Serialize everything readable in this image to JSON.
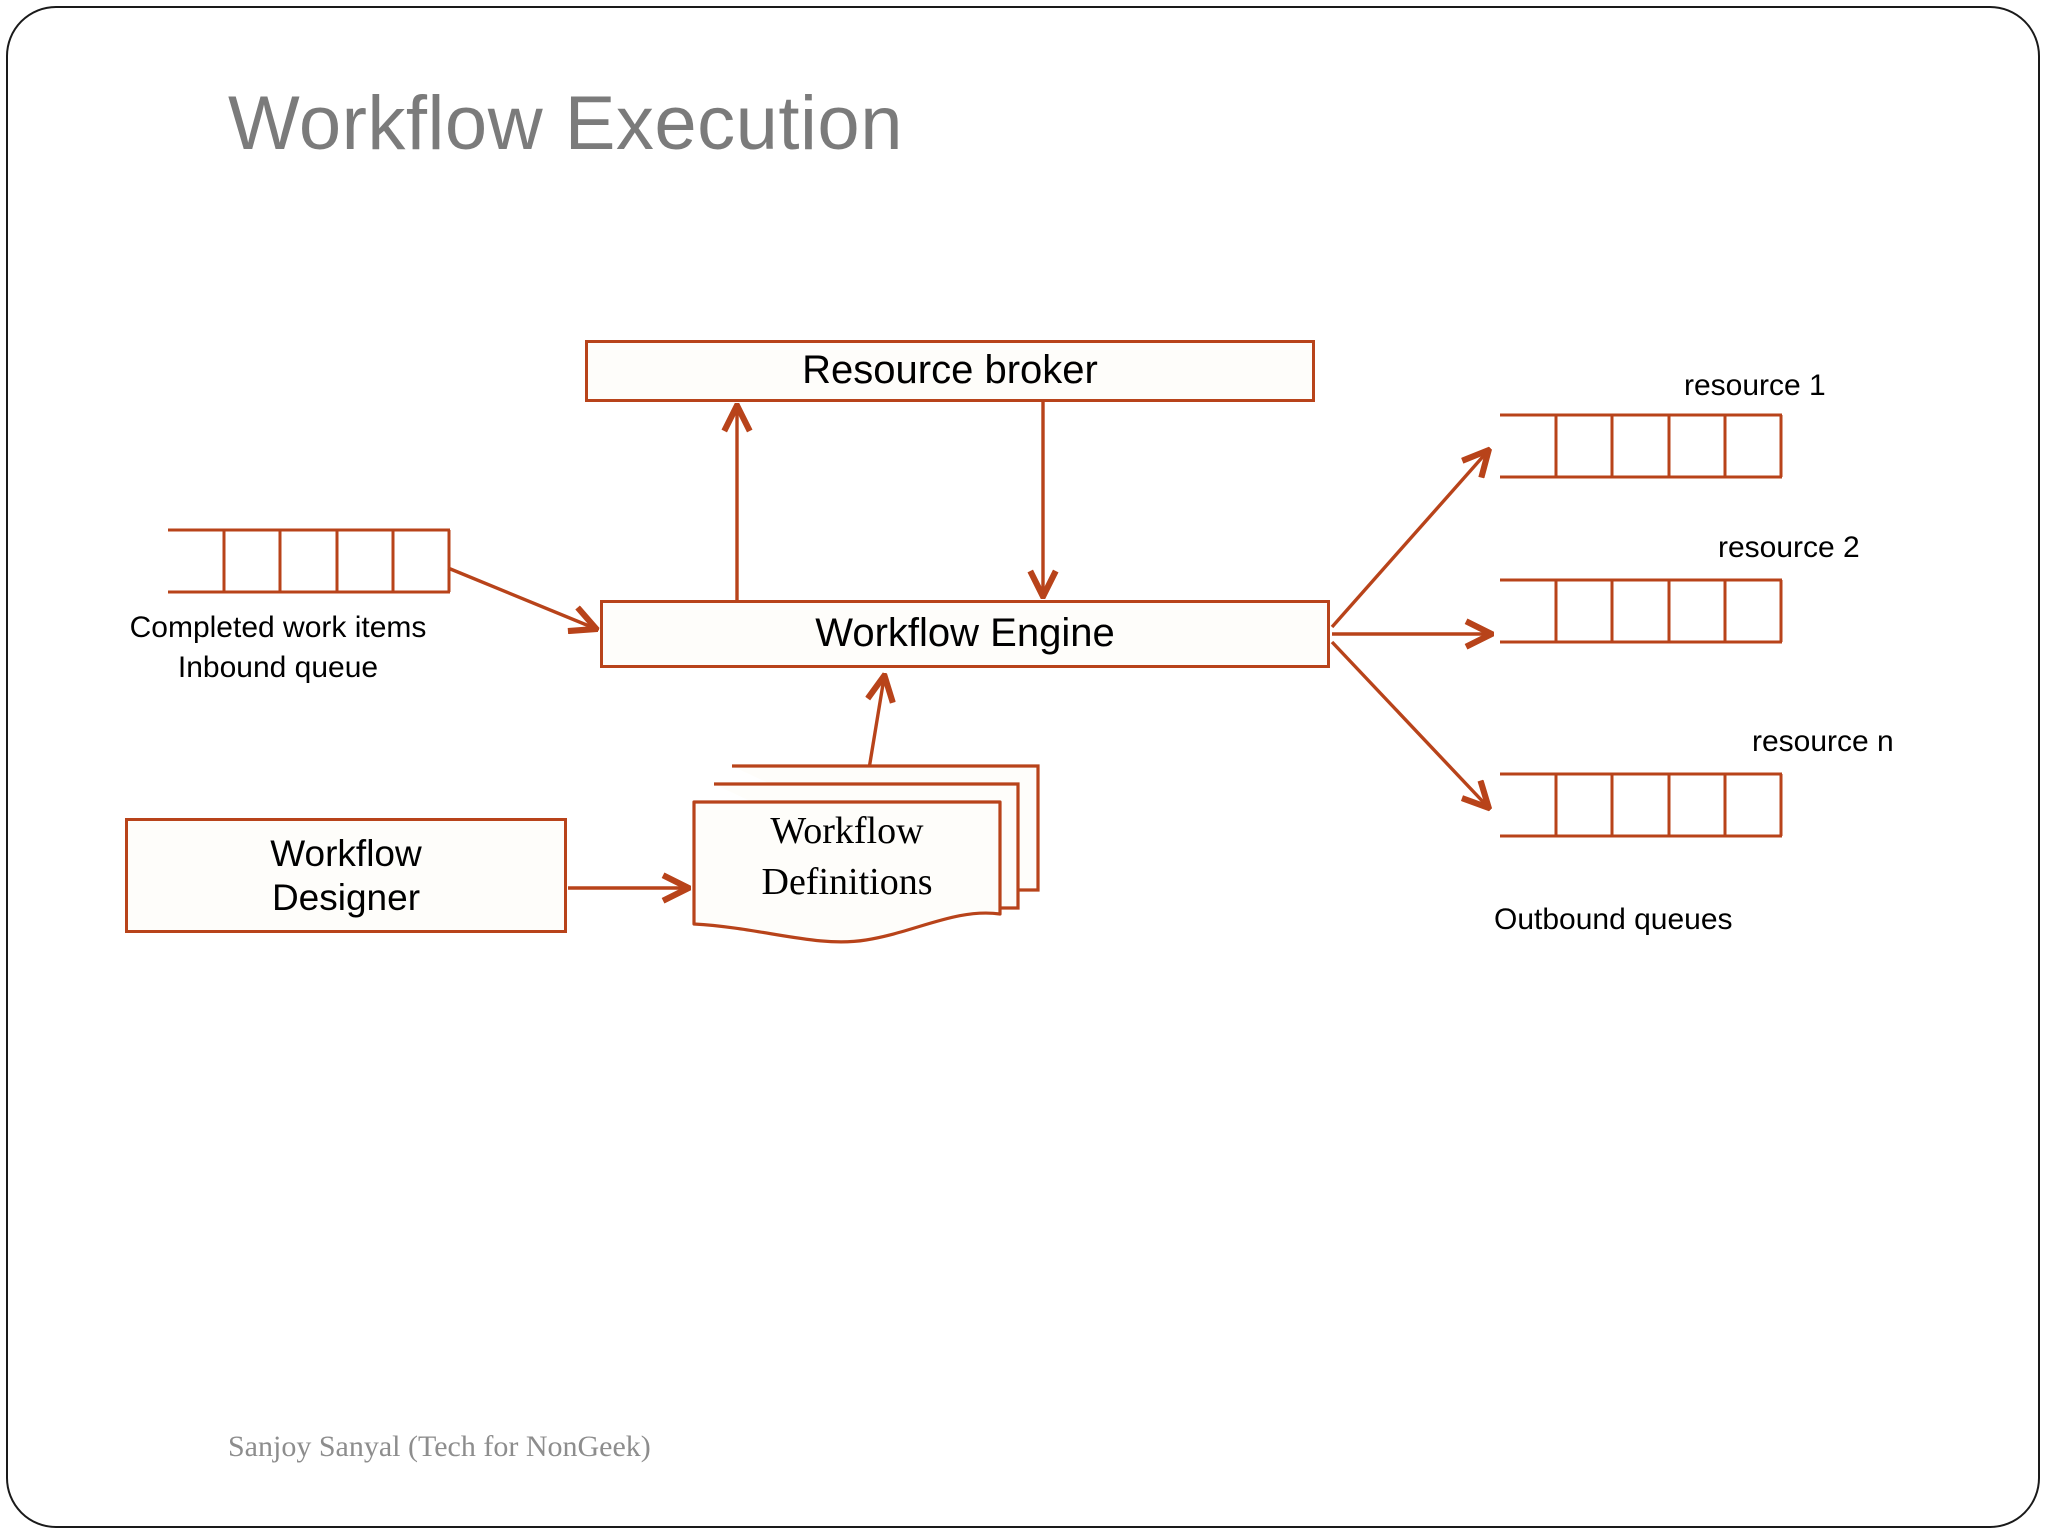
{
  "slide": {
    "title": "Workflow Execution",
    "footer": "Sanjoy Sanyal (Tech for NonGeek)"
  },
  "colors": {
    "accent": "#b8431a",
    "title": "#7b7b7b",
    "footer": "#8d8d8d",
    "box_fill": "#fefdfa",
    "text": "#000000",
    "frame": "#1a1a1a"
  },
  "diagram": {
    "type": "flow-diagram",
    "nodes": [
      {
        "id": "resource-broker",
        "label": "Resource broker",
        "shape": "rectangle"
      },
      {
        "id": "workflow-engine",
        "label": "Workflow Engine",
        "shape": "rectangle"
      },
      {
        "id": "workflow-designer",
        "label": "Workflow Designer",
        "label_line1": "Workflow",
        "label_line2": "Designer",
        "shape": "rectangle"
      },
      {
        "id": "workflow-definitions",
        "label": "Workflow Definitions",
        "label_line1": "Workflow",
        "label_line2": "Definitions",
        "shape": "stacked-document"
      },
      {
        "id": "inbound-queue",
        "label": "Completed work items Inbound queue",
        "label_line1": "Completed work items",
        "label_line2": "Inbound queue",
        "shape": "queue",
        "cells": 5
      },
      {
        "id": "outbound-queue-1",
        "label": "resource 1",
        "shape": "queue",
        "cells": 5
      },
      {
        "id": "outbound-queue-2",
        "label": "resource 2",
        "shape": "queue",
        "cells": 5
      },
      {
        "id": "outbound-queue-n",
        "label": "resource n",
        "shape": "queue",
        "cells": 5
      }
    ],
    "group_labels": {
      "outbound": "Outbound queues"
    },
    "edges": [
      {
        "from": "workflow-engine",
        "to": "resource-broker",
        "style": "vertical-up"
      },
      {
        "from": "resource-broker",
        "to": "workflow-engine",
        "style": "vertical-down"
      },
      {
        "from": "inbound-queue",
        "to": "workflow-engine",
        "style": "diagonal"
      },
      {
        "from": "workflow-definitions",
        "to": "workflow-engine",
        "style": "diagonal-up"
      },
      {
        "from": "workflow-designer",
        "to": "workflow-definitions",
        "style": "horizontal"
      },
      {
        "from": "workflow-engine",
        "to": "outbound-queue-1",
        "style": "diagonal-up"
      },
      {
        "from": "workflow-engine",
        "to": "outbound-queue-2",
        "style": "horizontal"
      },
      {
        "from": "workflow-engine",
        "to": "outbound-queue-n",
        "style": "diagonal-down"
      }
    ]
  }
}
